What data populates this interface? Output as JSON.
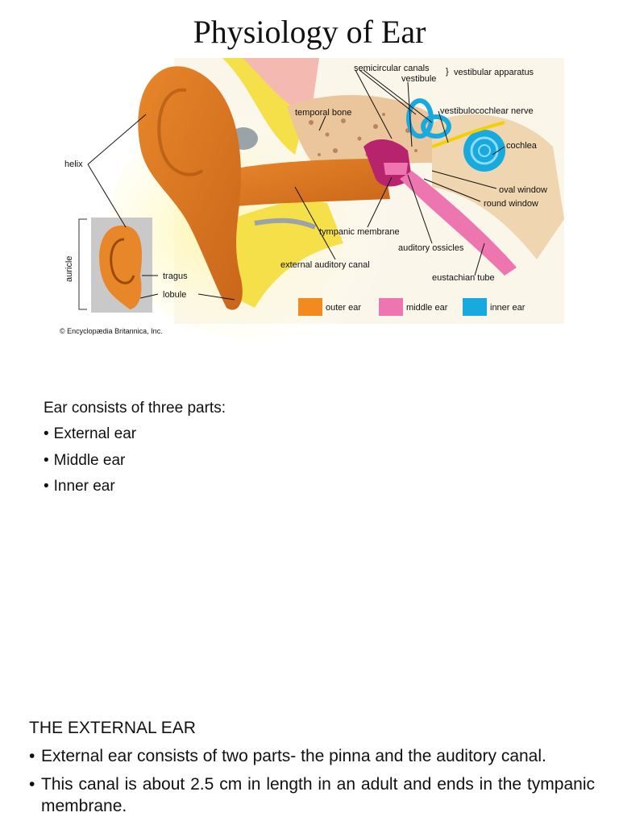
{
  "slide": {
    "title": "Physiology of Ear"
  },
  "figure": {
    "labels": {
      "semicircular_canals": "semicircular canals",
      "vestibule": "vestibule",
      "vestibular_apparatus": "vestibular apparatus",
      "temporal_bone": "temporal bone",
      "vestibulocochlear_nerve": "vestibulocochlear nerve",
      "helix": "helix",
      "cochlea": "cochlea",
      "oval_window": "oval window",
      "round_window": "round window",
      "tympanic_membrane": "tympanic membrane",
      "auditory_ossicles": "auditory ossicles",
      "external_auditory_canal": "external auditory canal",
      "eustachian_tube": "eustachian tube",
      "auricle": "auricle",
      "tragus": "tragus",
      "lobule": "lobule"
    },
    "legend": [
      {
        "label": "outer ear",
        "color": "#F28A1E"
      },
      {
        "label": "middle ear",
        "color": "#EE76B0"
      },
      {
        "label": "inner ear",
        "color": "#18AADF"
      }
    ],
    "credit": "© Encyclopædia Britannica, Inc."
  },
  "intro": {
    "lead": "Ear consists of three parts:",
    "items": [
      "External ear",
      "Middle ear",
      "Inner ear"
    ]
  },
  "external_ear": {
    "heading": "THE EXTERNAL EAR",
    "bullets": [
      "External ear consists of two parts- the pinna and the auditory canal.",
      "This canal is about 2.5 cm in length in an adult and ends in the tympanic membrane."
    ]
  }
}
